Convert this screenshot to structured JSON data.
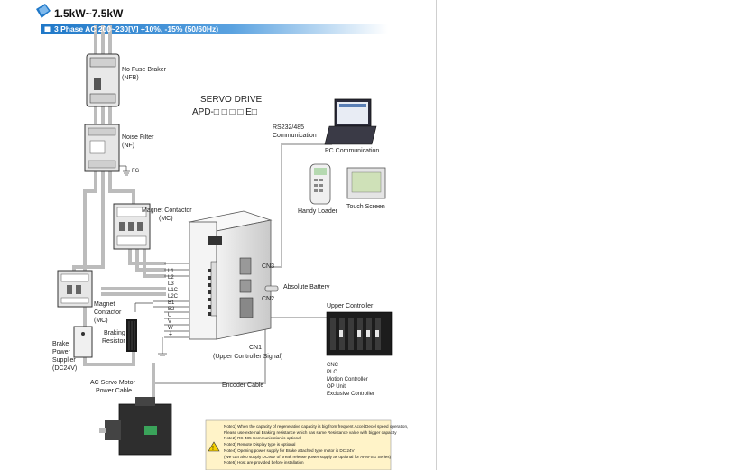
{
  "header": {
    "power_range": "1.5kW~7.5kW",
    "phase_label": "3 Phase AC 200~230[V] +10%, -15% (50/60Hz)",
    "accent": "#1f78c8"
  },
  "drive": {
    "title": "SERVO DRIVE",
    "model": "APD-□ □ □ □ E□"
  },
  "components": {
    "nfb": [
      "No Fuse Braker",
      "(NFB)"
    ],
    "nf": [
      "Noise Filter",
      "(NF)"
    ],
    "fg": "FG",
    "mc1": [
      "Magnet Contactor",
      "(MC)"
    ],
    "mc2": [
      "Magnet",
      "Contactor",
      "(MC)"
    ],
    "brake_supply": [
      "Brake",
      "Power",
      "Supplier",
      "(DC24V)"
    ],
    "resistor": [
      "Braking",
      "Resistor"
    ],
    "servo_motor": [
      "AC Servo Motor",
      "Power Cable"
    ],
    "encoder_cable": "Encoder Cable",
    "rs232": [
      "RS232/485",
      "Communication"
    ],
    "pc": "PC Communication",
    "handy_loader": "Handy Loader",
    "touch_screen": "Touch Screen",
    "cn3": "CN3",
    "cn2": "CN2",
    "absolute_battery": "Absolute Battery",
    "cn1": [
      "CN1",
      "(Upper Controller Signal)"
    ],
    "upper_controller": "Upper Controller",
    "controller_list": [
      "CNC",
      "PLC",
      "Motion Controller",
      "OP Unit",
      "Exclusive Controller"
    ]
  },
  "terminals": [
    "L1",
    "L2",
    "L3",
    "L1C",
    "L2C",
    "B1",
    "B2",
    "U",
    "V",
    "W",
    "⏚"
  ],
  "notes": [
    "Note1) When the capacity of regenerative capacity is big from frequent  Accel/Decel speed operation,",
    "          Please use external Braking resistance which has same Resistance value with bigger capacity",
    "Note2) RS-485 Communication is optional",
    "Note3) Remote Display type is optional",
    "Note4) Opening power supply for Brake attached type motor is DC 24V",
    "          (We can also supply DC90V of break release power supply as optional for APM-SG Series)",
    "Note5) Host are provided before installation"
  ]
}
